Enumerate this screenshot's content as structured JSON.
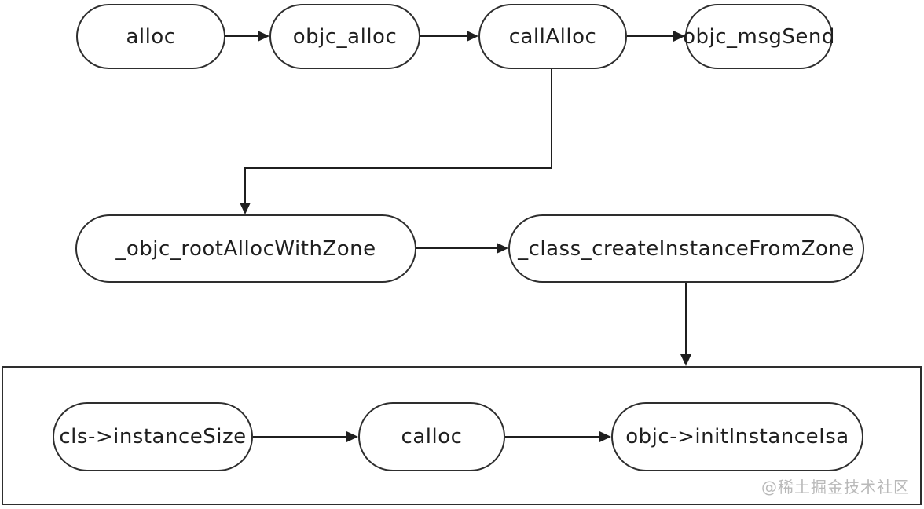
{
  "diagram": {
    "type": "flowchart",
    "nodes": {
      "alloc": "alloc",
      "objc_alloc": "objc_alloc",
      "callAlloc": "callAlloc",
      "objc_msgSend": "objc_msgSend",
      "rootAllocWithZone": "_objc_rootAllocWithZone",
      "createInstanceFromZone": "_class_createInstanceFromZone",
      "instanceSize": "cls->instanceSize",
      "calloc": "calloc",
      "initInstanceIsa": "objc->initInstanceIsa"
    },
    "edges": [
      {
        "from": "alloc",
        "to": "objc_alloc",
        "style": "arrow-right"
      },
      {
        "from": "objc_alloc",
        "to": "callAlloc",
        "style": "arrow-right"
      },
      {
        "from": "callAlloc",
        "to": "objc_msgSend",
        "style": "arrow-right"
      },
      {
        "from": "callAlloc",
        "to": "_objc_rootAllocWithZone",
        "style": "elbow-down-left-down"
      },
      {
        "from": "_objc_rootAllocWithZone",
        "to": "_class_createInstanceFromZone",
        "style": "arrow-right"
      },
      {
        "from": "_class_createInstanceFromZone",
        "to": "inner-group-box",
        "style": "arrow-down"
      },
      {
        "from": "cls->instanceSize",
        "to": "calloc",
        "style": "arrow-right"
      },
      {
        "from": "calloc",
        "to": "objc->initInstanceIsa",
        "style": "arrow-right"
      }
    ],
    "group_box_members": [
      "cls->instanceSize",
      "calloc",
      "objc->initInstanceIsa"
    ],
    "watermark": "@稀土掘金技术社区",
    "colors": {
      "background": "#ffffff",
      "node_border": "#2e2e2e",
      "line": "#1f1f1f",
      "text": "#1f1f1f",
      "watermark": "#b9b9b9"
    }
  }
}
